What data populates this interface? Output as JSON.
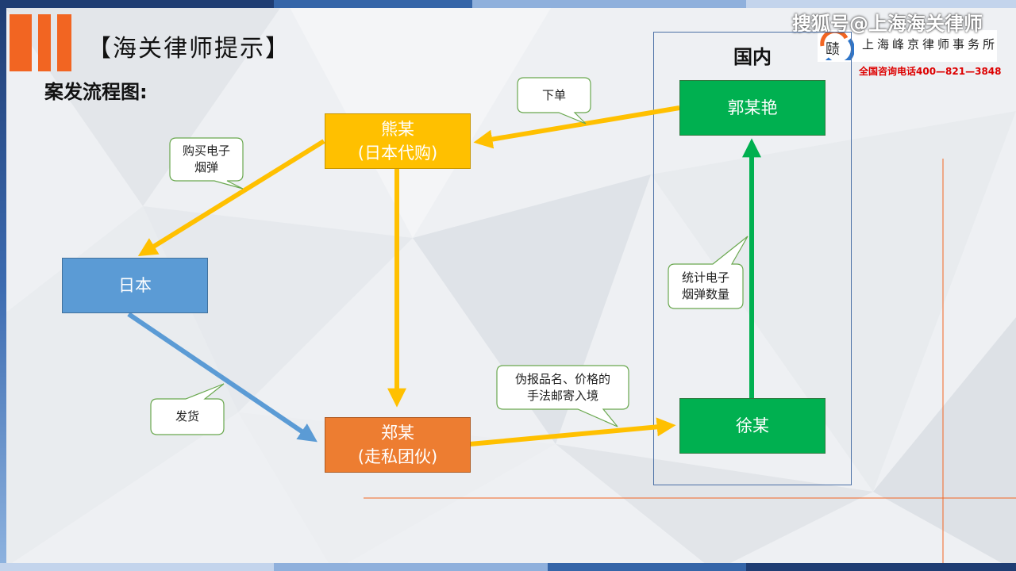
{
  "header": {
    "title": "【海关律师提示】",
    "subtitle": "案发流程图:"
  },
  "watermark": {
    "text": "搜狐号@上海海关律师"
  },
  "logo": {
    "mark_text": "赜",
    "firm_name": "上海峰京律师事务所",
    "hotline": "全国咨询电话400—821—3848"
  },
  "diagram": {
    "region_label": "国内",
    "nodes": {
      "xiong": {
        "line1": "熊某",
        "line2": "(日本代购)"
      },
      "japan": {
        "line1": "日本"
      },
      "zheng": {
        "line1": "郑某",
        "line2": "(走私团伙)"
      },
      "guo": {
        "line1": "郭某艳"
      },
      "xu": {
        "line1": "徐某"
      }
    },
    "callouts": {
      "order": "下单",
      "buy": {
        "line1": "购买电子",
        "line2": "烟弹"
      },
      "ship": "发货",
      "declare": {
        "line1": "伪报品名、价格的",
        "line2": "手法邮寄入境"
      },
      "count": {
        "line1": "统计电子",
        "line2": "烟弹数量"
      }
    }
  },
  "colors": {
    "accent_orange": "#f26522",
    "arrow_yellow": "#ffc000",
    "arrow_blue": "#5b9bd5",
    "arrow_green": "#00b050",
    "node_orange": "#ed7d31",
    "hotline_red": "#dd0000"
  }
}
